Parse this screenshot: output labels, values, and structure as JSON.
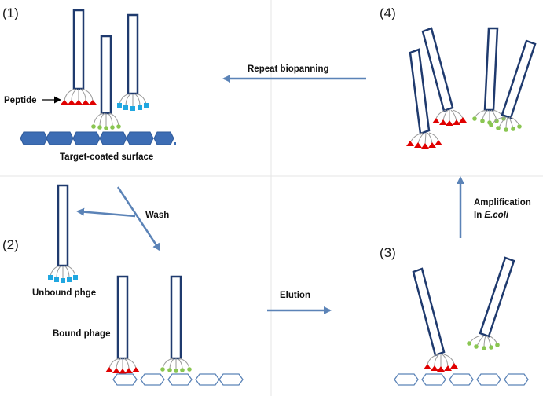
{
  "steps": {
    "step1": "(1)",
    "step2": "(2)",
    "step3": "(3)",
    "step4": "(4)"
  },
  "labels": {
    "peptide": "Peptide",
    "target_surface": "Target-coated surface",
    "wash": "Wash",
    "unbound": "Unbound phge",
    "bound": "Bound phage",
    "elution": "Elution",
    "amplification_line1": "Amplification",
    "amplification_line2_prefix": "In ",
    "amplification_line2_italic": "E.coli",
    "repeat": "Repeat biopanning"
  },
  "colors": {
    "phage_outline": "#1f3a6e",
    "arrow": "#5b83b7",
    "hexagon_fill": "#3d6db4",
    "hexagon_outline": "#5b83b7",
    "peptide_red": "#e00000",
    "peptide_blue": "#21a7e0",
    "peptide_green": "#8ac652",
    "fiber": "#9a9a9a"
  }
}
